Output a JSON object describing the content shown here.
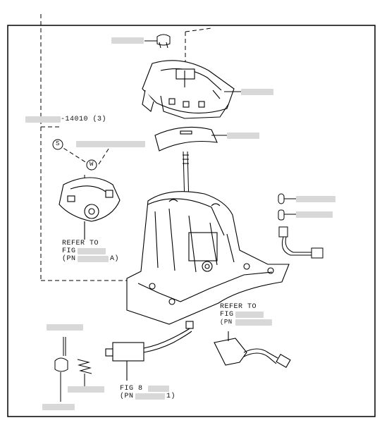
{
  "labels": {
    "refer_upper_1": "REFER TO",
    "refer_upper_2": "FIG",
    "refer_upper_3": "(PN",
    "refer_upper_3b": "A)",
    "refer_right_1": "REFER TO",
    "refer_right_2": "FIG",
    "refer_right_3": "(PN",
    "refer_lower_2": "FIG 8",
    "refer_lower_3": "(PN",
    "refer_lower_3b": "1)",
    "part_top_left": "-14010 (3)",
    "symbol_s": "S",
    "symbol_w": "W"
  }
}
